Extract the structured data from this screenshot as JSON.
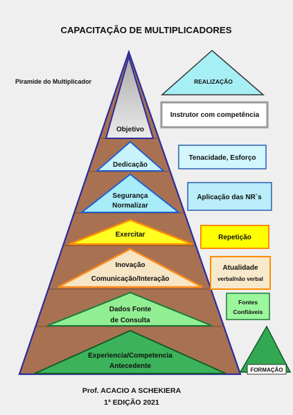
{
  "title": "CAPACITAÇÃO DE MULTIPLICADORES",
  "pyramid_label": "Piramide do Multiplicador",
  "levels": [
    {
      "lines": [
        "Objetivo"
      ]
    },
    {
      "lines": [
        "Dedicação"
      ]
    },
    {
      "lines": [
        "Segurança",
        "Normalizar"
      ]
    },
    {
      "lines": [
        "Exercitar"
      ]
    },
    {
      "lines": [
        "Inovação",
        "Comunicação/Interação"
      ]
    },
    {
      "lines": [
        "Dados Fonte",
        "de Consulta"
      ]
    },
    {
      "lines": [
        "Experiencia/Competencia",
        "Antecedente"
      ]
    }
  ],
  "side": {
    "realizacao": "REALIZAÇÃO",
    "instrutor": "Instrutor com competência",
    "tenacidade": "Tenacidade, Esforço",
    "aplicacao": "Aplicação das NR`s",
    "repeticao": "Repetição",
    "atualidade": [
      "Atualidade",
      "verbal/não verbal"
    ],
    "fontes": [
      "Fontes",
      "Confiáveis"
    ],
    "formacao": "FORMAÇÃO"
  },
  "footer": {
    "author": "Prof. ACACIO A SCHEKIERA",
    "edition": "1ª EDIÇÃO 2021"
  },
  "colors": {
    "background": "#efefef",
    "pyramid_brown": "#a87252",
    "pyramid_outline": "#2c2c9c",
    "light_blue": "#c8f3fb",
    "cyan": "#a8ecfa",
    "yellow": "#ffff22",
    "beige": "#f6e6c6",
    "light_green": "#92ee92",
    "green": "#3cb35a",
    "orange_outline": "#ff8c00"
  }
}
